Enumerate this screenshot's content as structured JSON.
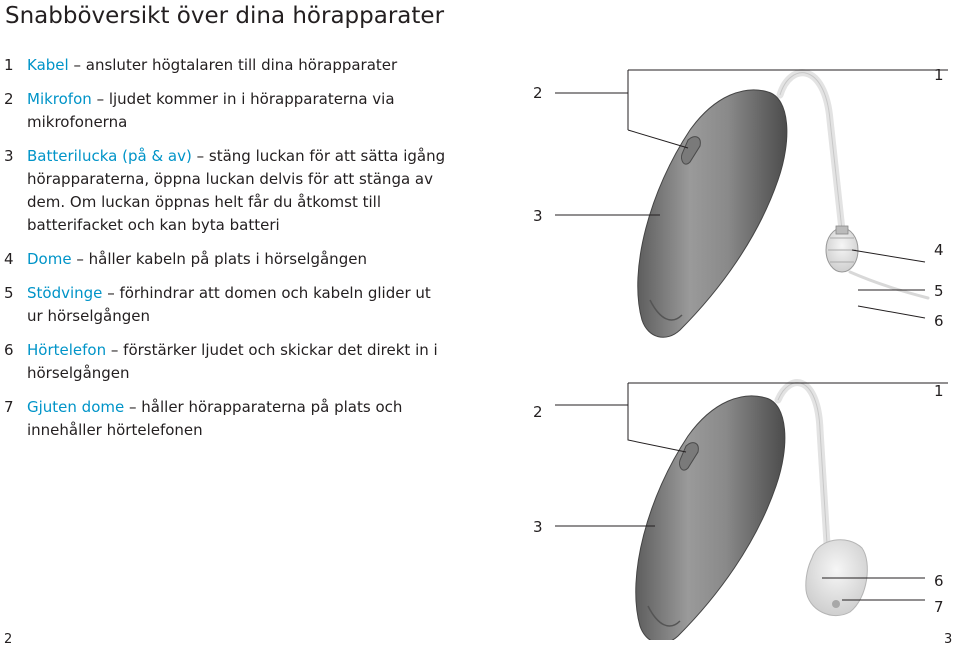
{
  "title": "Snabböversikt över dina hörapparater",
  "items": [
    {
      "num": "1",
      "term": "Kabel",
      "dash": "–",
      "text": "ansluter högtalaren till dina hörapparater"
    },
    {
      "num": "2",
      "term": "Mikrofon",
      "dash": "–",
      "text": "ljudet kommer in i hörapparaterna via mikrofonerna"
    },
    {
      "num": "3",
      "term": "Batterilucka (på & av)",
      "dash": "–",
      "text": "stäng luckan för att sätta igång hörapparaterna, öppna luckan delvis för att stänga av dem. Om luckan öppnas helt får du åtkomst till batterifacket och kan byta batteri"
    },
    {
      "num": "4",
      "term": "Dome",
      "dash": "–",
      "text": "håller kabeln på plats i hörselgången"
    },
    {
      "num": "5",
      "term": "Stödvinge",
      "dash": "–",
      "text": "förhindrar att domen och kabeln glider ut ur hörselgången"
    },
    {
      "num": "6",
      "term": "Hörtelefon",
      "dash": "–",
      "text": "förstärker ljudet och skickar det direkt in i hörselgången"
    },
    {
      "num": "7",
      "term": "Gjuten dome",
      "dash": "–",
      "text": "håller hörapparaterna på plats och innehåller hörtelefonen"
    }
  ],
  "figure_top": {
    "callouts": {
      "c1": "1",
      "c2": "2",
      "c3": "3",
      "c4": "4",
      "c5": "5",
      "c6": "6"
    }
  },
  "figure_bottom": {
    "callouts": {
      "c1": "1",
      "c2": "2",
      "c3": "3",
      "c6": "6",
      "c7": "7"
    }
  },
  "page_numbers": {
    "left": "2",
    "right": "3"
  },
  "colors": {
    "accent": "#0094c8",
    "text": "#231f20",
    "device": "#8a8a8a"
  }
}
